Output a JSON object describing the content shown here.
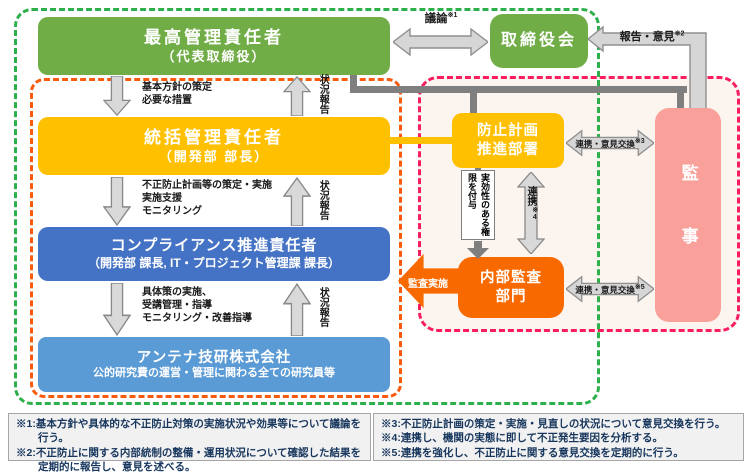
{
  "boxes": {
    "top_manager": {
      "title": "最高管理責任者",
      "subtitle": "（代表取締役）"
    },
    "board": {
      "title": "取締役会"
    },
    "general_manager": {
      "title": "統括管理責任者",
      "subtitle": "（開発部 部長）"
    },
    "compliance_manager": {
      "title": "コンプライアンス推進責任者",
      "subtitle": "（開発部 課長, IT・プロジェクト管理課 課長）"
    },
    "company": {
      "title": "アンテナ技研株式会社",
      "subtitle": "公的研究費の運営・管理に関わる全ての研究員等"
    },
    "prevention_dept": {
      "line1": "防止計画",
      "line2": "推進部署"
    },
    "internal_audit": {
      "line1": "内部監査",
      "line2": "部門"
    },
    "auditor": {
      "title": "監事"
    }
  },
  "connectors": {
    "discussion": "議論",
    "discussion_note": "※1",
    "report_opinion": "報告・意見",
    "report_opinion_note": "※2",
    "status_report": "状況報告",
    "policy_l1": "基本方針の策定",
    "policy_l2": "必要な措置",
    "plan_l1": "不正防止計画等の策定・実施",
    "plan_l2": "実施支援",
    "plan_l3": "モニタリング",
    "concrete_l1": "具体策の実施、",
    "concrete_l2": "受講管理・指導",
    "concrete_l3": "モニタリング・改善指導",
    "authority": "実効性のある権限を付与",
    "cooperation": "連携",
    "cooperation_note": "※4",
    "coop_exchange": "連携・意見交換",
    "coop3_note": "※3",
    "coop5_note": "※5",
    "audit_exec": "監査実施"
  },
  "footnotes": {
    "left_line1": "※1:基本方針や具体的な不正防止対策の実施状況や効果等について議論を行う。",
    "left_line2": "※2:不正防止に関する内部統制の整備・運用状況について確認した結果を定期的に報告し、意見を述べる。",
    "right_line1": "※3:不正防止計画の策定・実施・見直しの状況について意見交換を行う。",
    "right_line2": "※4:連携し、機関の実態に即して不正発生要因を分析する。",
    "right_line3": "※5:連携を強化し、不正防止に関する意見交換を定期的に行う。"
  },
  "colors": {
    "box_green": "#70AD47",
    "box_yellow": "#FFC000",
    "box_blue": "#4472C4",
    "box_light_blue": "#5B9BD5",
    "box_orange": "#F86A00",
    "box_pink": "#F9A09A",
    "dash_green": "#2DB04B",
    "dash_orange": "#F95B0E",
    "dash_pink": "#F91D5F",
    "arrow_gray_fill": "#D6D6D6",
    "arrow_gray_stroke": "#8F8F8F",
    "line_gray": "#7F7F7F"
  }
}
